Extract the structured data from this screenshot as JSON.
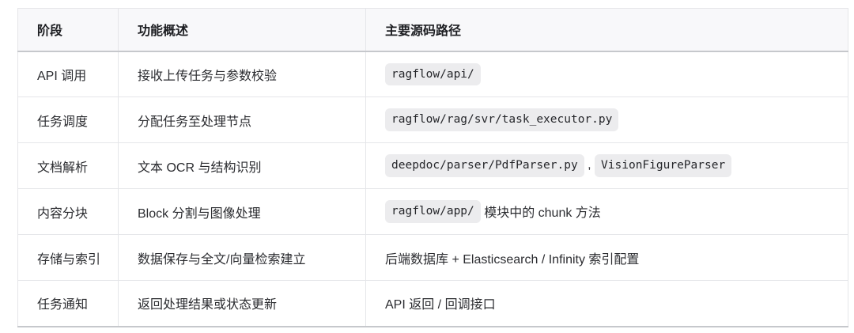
{
  "table": {
    "columns": [
      {
        "label": "阶段"
      },
      {
        "label": "功能概述"
      },
      {
        "label": "主要源码路径"
      }
    ],
    "rows": [
      {
        "stage": "API 调用",
        "summary": "接收上传任务与参数校验",
        "path_parts": [
          {
            "type": "code",
            "text": "ragflow/api/"
          }
        ]
      },
      {
        "stage": "任务调度",
        "summary": "分配任务至处理节点",
        "path_parts": [
          {
            "type": "code",
            "text": "ragflow/rag/svr/task_executor.py"
          }
        ]
      },
      {
        "stage": "文档解析",
        "summary": "文本 OCR 与结构识别",
        "path_parts": [
          {
            "type": "code",
            "text": "deepdoc/parser/PdfParser.py"
          },
          {
            "type": "text",
            "text": " , "
          },
          {
            "type": "code",
            "text": "VisionFigureParser"
          }
        ]
      },
      {
        "stage": "内容分块",
        "summary": "Block 分割与图像处理",
        "path_parts": [
          {
            "type": "code",
            "text": "ragflow/app/"
          },
          {
            "type": "text",
            "text": " 模块中的 chunk 方法"
          }
        ]
      },
      {
        "stage": "存储与索引",
        "summary": "数据保存与全文/向量检索建立",
        "path_parts": [
          {
            "type": "text",
            "text": "后端数据库 + Elasticsearch / Infinity 索引配置"
          }
        ]
      },
      {
        "stage": "任务通知",
        "summary": "返回处理结果或状态更新",
        "path_parts": [
          {
            "type": "text",
            "text": "API 返回 / 回调接口"
          }
        ]
      }
    ]
  },
  "colors": {
    "header_bg": "#f8f8fa",
    "border_light": "#e5e6e9",
    "border_dark": "#c6c8cc",
    "code_chip_bg": "#ececee",
    "body_text": "#2b2c30"
  }
}
